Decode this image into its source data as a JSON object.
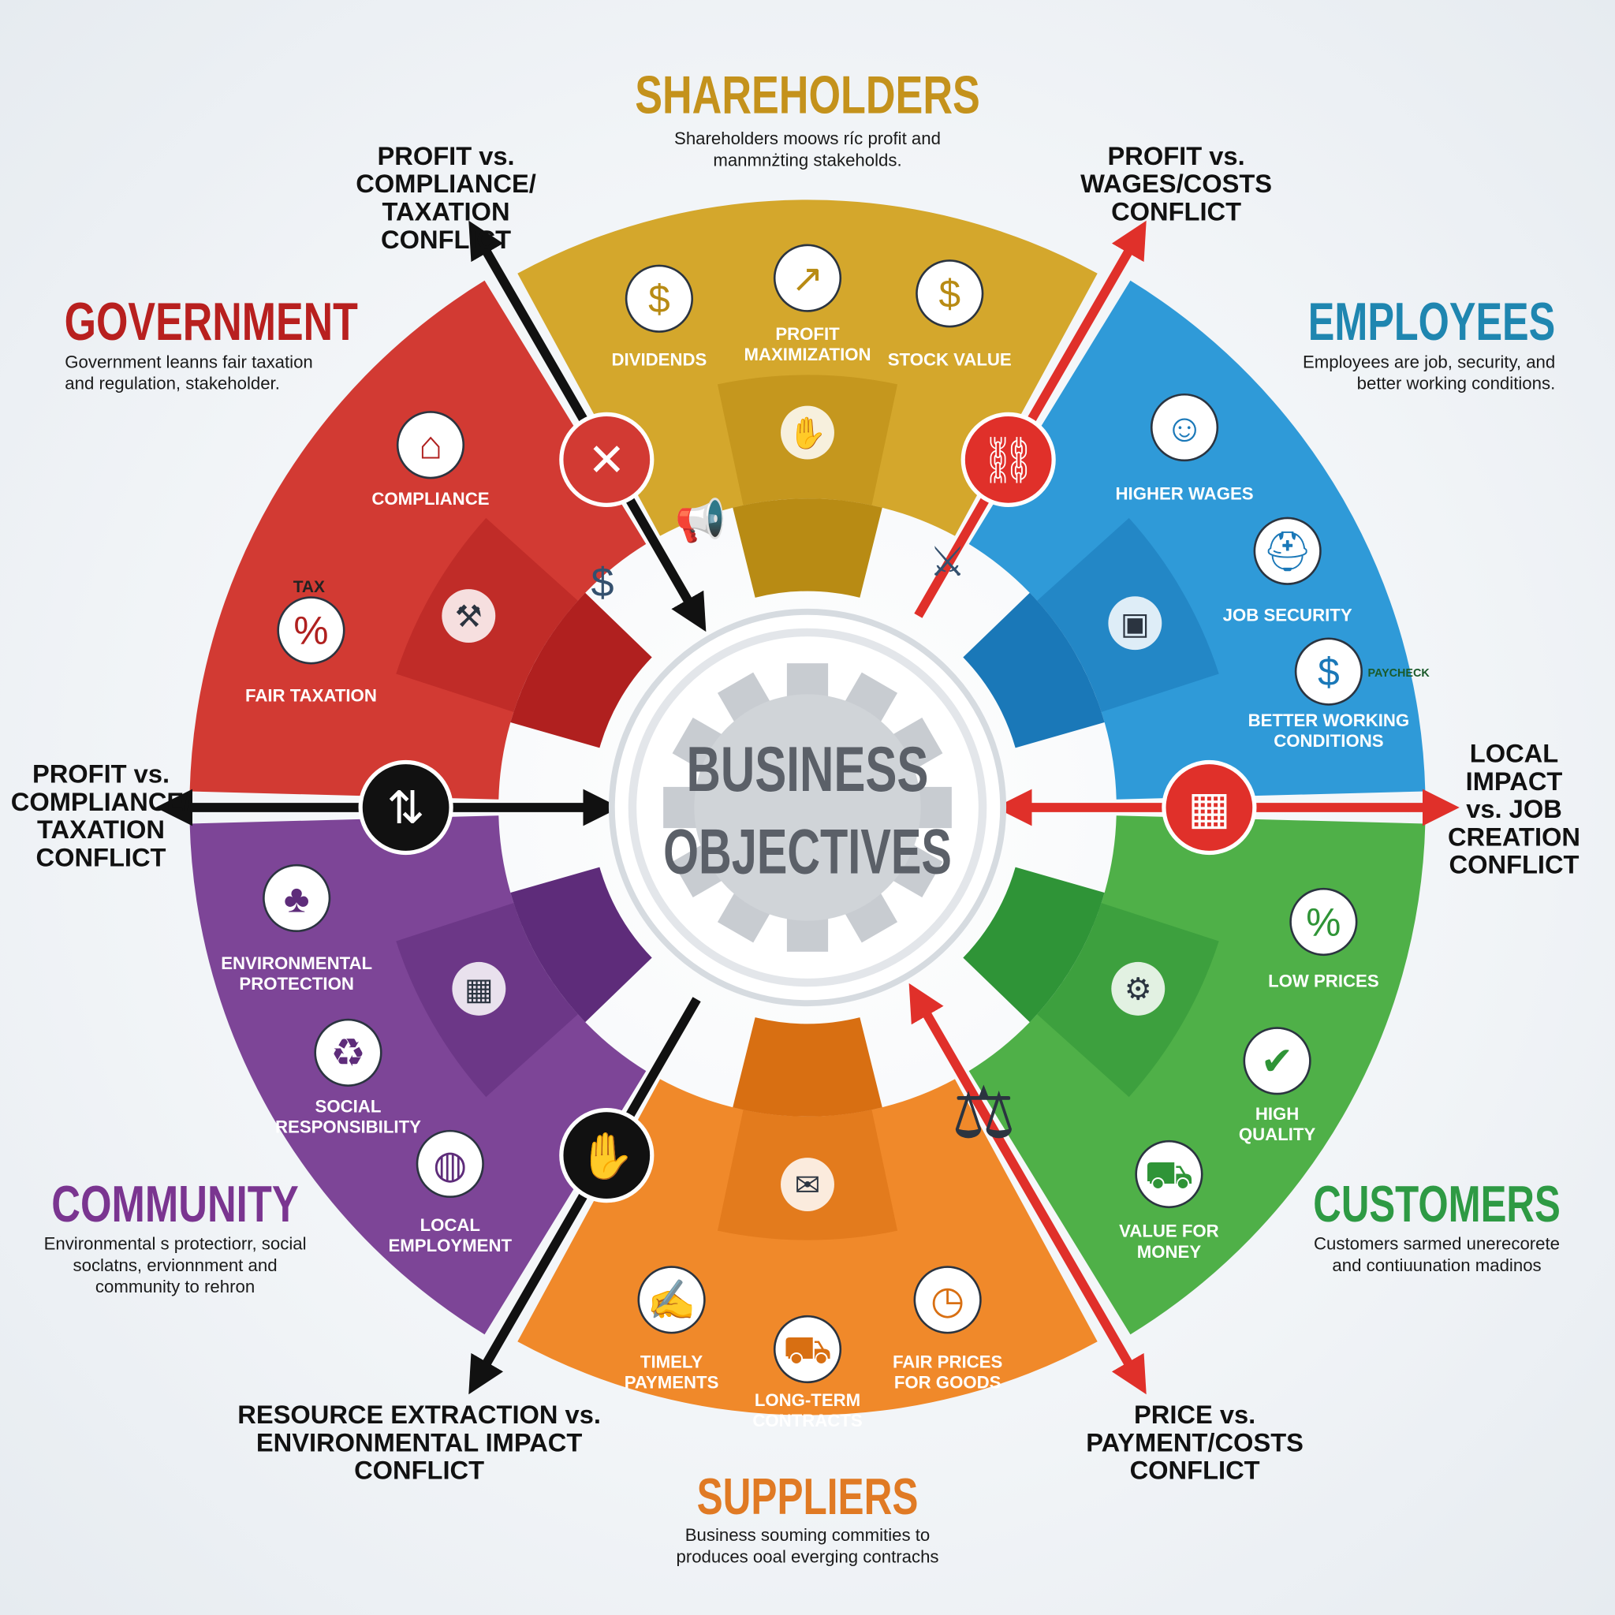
{
  "center": {
    "lines": [
      "BUSINESS",
      "OBJECTIVES"
    ],
    "icon": "gear-icon"
  },
  "stakeholders": [
    {
      "key": "shareholders",
      "title": "SHAREHOLDERS",
      "color": "#d4a72c",
      "dark": "#b88b14",
      "title_color": "#c4921c",
      "description": [
        "Shareholders moows ríc profit and",
        "manmnżting stakeholds."
      ],
      "items": [
        {
          "label": [
            "DIVIDENDS"
          ],
          "icon": "coins-icon",
          "glyph": "$"
        },
        {
          "label": [
            "PROFIT",
            "MAXIMIZATION"
          ],
          "icon": "growth-chart-icon",
          "glyph": "↗"
        },
        {
          "label": [
            "STOCK VALUE"
          ],
          "icon": "money-bag-icon",
          "glyph": "$"
        }
      ],
      "extra_icon": {
        "icon": "hand-money-icon",
        "glyph": "✋"
      }
    },
    {
      "key": "employees",
      "title": "EMPLOYEES",
      "color": "#2f9ad8",
      "dark": "#1a78b8",
      "title_color": "#1f86b0",
      "description": [
        "Employees are job, security, and",
        "better working conditions."
      ],
      "items": [
        {
          "label": [
            "HIGHER WAGES"
          ],
          "icon": "handshake-people-icon",
          "glyph": "☺"
        },
        {
          "label": [
            "JOB SECURITY"
          ],
          "icon": "shield-helmet-icon",
          "glyph": "⛑"
        },
        {
          "label": [
            "BETTER WORKING",
            "CONDITIONS"
          ],
          "icon": "paycheck-icon",
          "glyph": "$"
        }
      ],
      "paycheck_text": "PAYCHECK",
      "extra_icon": {
        "icon": "briefcase-icon",
        "glyph": "▣"
      }
    },
    {
      "key": "customers",
      "title": "CUSTOMERS",
      "color": "#4fb048",
      "dark": "#2f9437",
      "title_color": "#2e9a44",
      "description": [
        "Customers sarmed unerecorete",
        "and contiuunation madinos"
      ],
      "items": [
        {
          "label": [
            "LOW PRICES"
          ],
          "icon": "price-tag-icon",
          "glyph": "%"
        },
        {
          "label": [
            "HIGH",
            "QUALITY"
          ],
          "icon": "thumbs-up-icon",
          "glyph": "✔"
        },
        {
          "label": [
            "VALUE FOR",
            "MONEY"
          ],
          "icon": "shopping-cart-icon",
          "glyph": "⛟"
        }
      ],
      "extra_icon": {
        "icon": "quality-badge-icon",
        "glyph": "⚙"
      }
    },
    {
      "key": "suppliers",
      "title": "SUPPLIERS",
      "color": "#f0892a",
      "dark": "#d86f12",
      "title_color": "#e07a24",
      "description": [
        "Business soυming commities to",
        "produces ooal everging contrachs"
      ],
      "items": [
        {
          "label": [
            "TIMELY",
            "PAYMENTS"
          ],
          "icon": "handshake-document-icon",
          "glyph": "✍"
        },
        {
          "label": [
            "LONG-TERM",
            "CONTRACTS"
          ],
          "icon": "delivery-truck-icon",
          "glyph": "⛟"
        },
        {
          "label": [
            "FAIR PRICES",
            "FOR GOODS"
          ],
          "icon": "calendar-clock-icon",
          "glyph": "◷"
        }
      ],
      "extra_icon": {
        "icon": "contract-shield-icon",
        "glyph": "✉"
      }
    },
    {
      "key": "community",
      "title": "COMMUNITY",
      "color": "#7d4597",
      "dark": "#5e2c7a",
      "title_color": "#7a3590",
      "description": [
        "Environmental s protectiorr, social",
        "soclatns, ervionnment and",
        "community to rehron"
      ],
      "items": [
        {
          "label": [
            "ENVIRONMENTAL",
            "PROTECTION"
          ],
          "icon": "tree-icon",
          "glyph": "♣"
        },
        {
          "label": [
            "SOCIAL",
            "RESPONSIBILITY"
          ],
          "icon": "recycle-icon",
          "glyph": "♻"
        },
        {
          "label": [
            "LOCAL",
            "EMPLOYMENT"
          ],
          "icon": "globe-hands-icon",
          "glyph": "◍"
        }
      ],
      "extra_icon": {
        "icon": "factory-icon",
        "glyph": "▦"
      }
    },
    {
      "key": "government",
      "title": "GOVERNMENT",
      "color": "#d23a33",
      "dark": "#b0201f",
      "title_color": "#b8201f",
      "description": [
        "Government leanns fair taxation",
        "and regulation, stakeholder."
      ],
      "items": [
        {
          "label": [
            "COMPLIANCE"
          ],
          "icon": "government-building-icon",
          "glyph": "⌂"
        },
        {
          "label": [
            "FAIR TAXATION"
          ],
          "icon": "tax-calculator-icon",
          "glyph": "%"
        }
      ],
      "tax_text": "TAX",
      "extra_icon": {
        "icon": "gavel-icon",
        "glyph": "⚒"
      }
    }
  ],
  "conflicts": [
    {
      "lines": [
        "PROFIT vs.",
        "COMPLIANCE/",
        "TAXATION",
        "CONFLICT"
      ],
      "color": "#111111",
      "icon": "prohibited-icon",
      "glyph": "✕",
      "badge": "#d23a33"
    },
    {
      "lines": [
        "PROFIT vs.",
        "WAGES/COSTS",
        "CONFLICT"
      ],
      "color": "#e0302a",
      "icon": "broken-chain-icon",
      "glyph": "⛓",
      "badge": "#e0302a"
    },
    {
      "lines": [
        "LOCAL",
        "IMPACT",
        "vs. JOB",
        "CREATION",
        "CONFLICT"
      ],
      "color": "#e0302a",
      "icon": "factory-pollution-icon",
      "glyph": "▦",
      "badge": "#e0302a"
    },
    {
      "lines": [
        "PRICE vs.",
        "PAYMENT/COSTS",
        "CONFLICT"
      ],
      "color": "#e0302a",
      "icon": "balance-scale-icon",
      "glyph": "⚖",
      "badge": ""
    },
    {
      "lines": [
        "RESOURCE EXTRACTION vs.",
        "ENVIRONMENTAL IMPACT",
        "CONFLICT"
      ],
      "color": "#111111",
      "icon": "broken-handshake-icon",
      "glyph": "✋",
      "badge": "#111111"
    },
    {
      "lines": [
        "PROFIT vs.",
        "COMPLIANCE/",
        "TAXATION",
        "CONFLICT"
      ],
      "color": "#111111",
      "icon": "diverging-arrows-icon",
      "glyph": "⇅",
      "badge": "#111111"
    }
  ],
  "scene_icons": [
    {
      "icon": "tug-of-war-icon",
      "glyph": "⚔"
    },
    {
      "icon": "megaphone-person-icon",
      "glyph": "📢"
    },
    {
      "icon": "person-money-icon",
      "glyph": "$"
    }
  ]
}
